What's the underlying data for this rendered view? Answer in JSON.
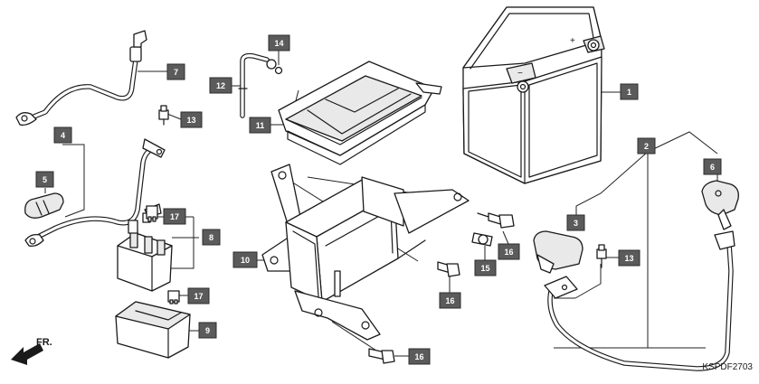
{
  "diagram": {
    "code": "KSPDF2703",
    "direction_label": "FR.",
    "callouts": [
      {
        "id": "c1",
        "label": "1"
      },
      {
        "id": "c2",
        "label": "2"
      },
      {
        "id": "c3",
        "label": "3"
      },
      {
        "id": "c4",
        "label": "4"
      },
      {
        "id": "c5",
        "label": "5"
      },
      {
        "id": "c6",
        "label": "6"
      },
      {
        "id": "c7",
        "label": "7"
      },
      {
        "id": "c8",
        "label": "8"
      },
      {
        "id": "c9",
        "label": "9"
      },
      {
        "id": "c10",
        "label": "10"
      },
      {
        "id": "c11",
        "label": "11"
      },
      {
        "id": "c12",
        "label": "12"
      },
      {
        "id": "c13a",
        "label": "13"
      },
      {
        "id": "c13b",
        "label": "13"
      },
      {
        "id": "c14",
        "label": "14"
      },
      {
        "id": "c15",
        "label": "15"
      },
      {
        "id": "c16a",
        "label": "16"
      },
      {
        "id": "c16b",
        "label": "16"
      },
      {
        "id": "c16c",
        "label": "16"
      },
      {
        "id": "c17a",
        "label": "17"
      },
      {
        "id": "c17b",
        "label": "17"
      }
    ]
  }
}
